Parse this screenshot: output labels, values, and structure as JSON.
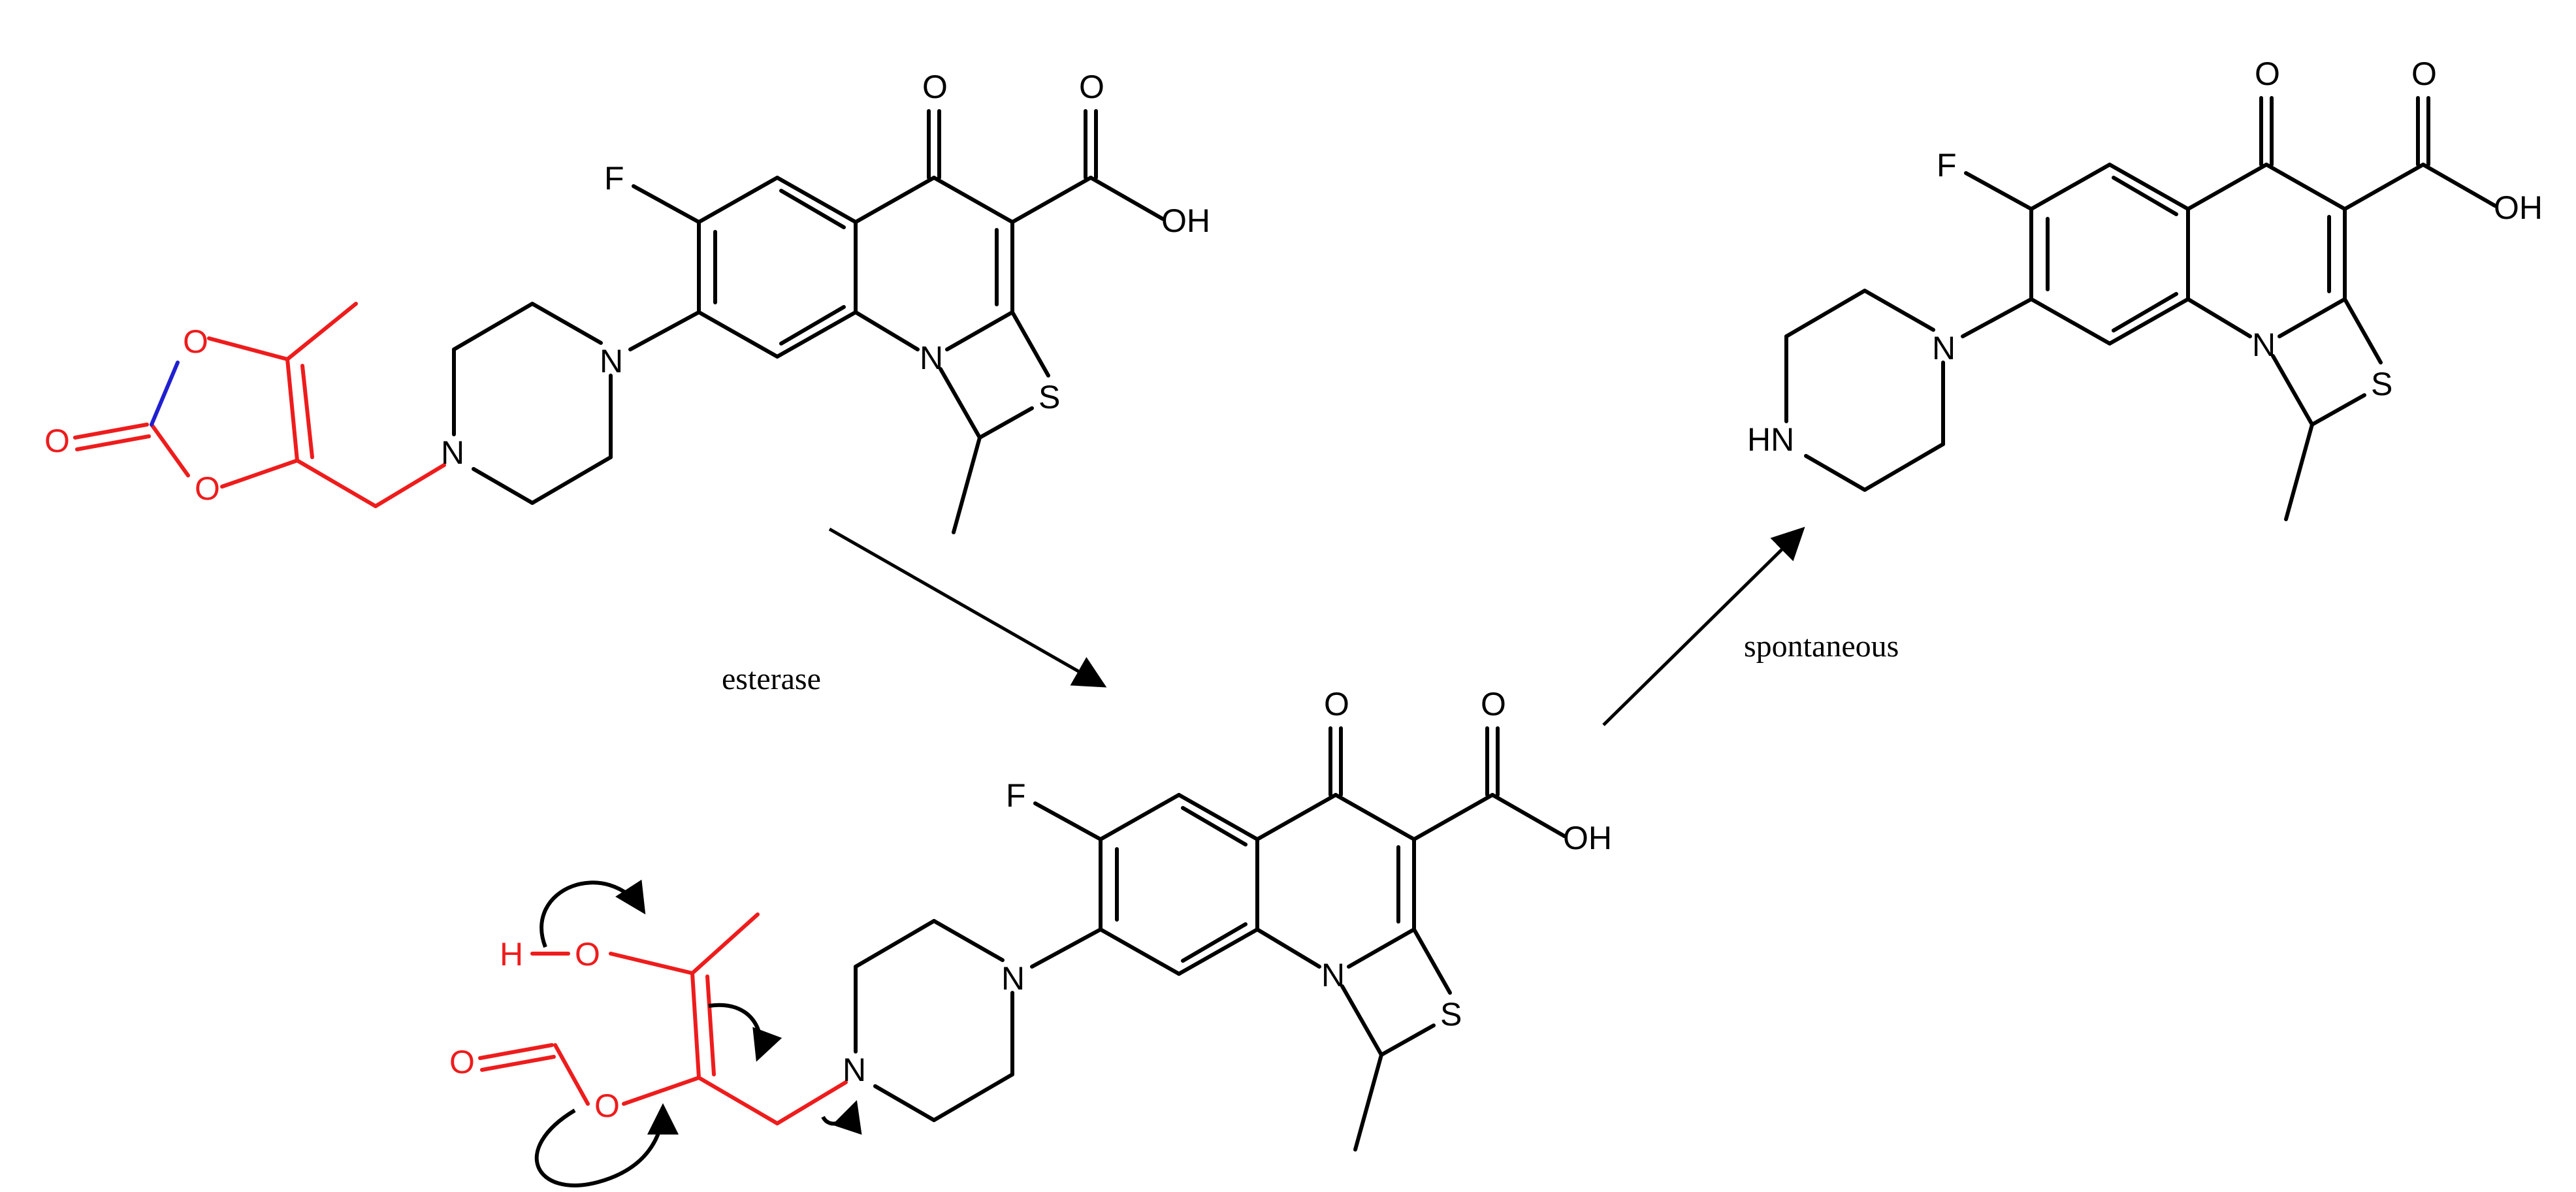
{
  "labels": {
    "esterase": "esterase",
    "spontaneous": "spontaneous"
  },
  "atoms": {
    "O": "O",
    "OH": "OH",
    "F": "F",
    "N": "N",
    "S": "S",
    "HN": "HN",
    "H": "H"
  },
  "colors": {
    "leaving_group": "#ee1c1c",
    "cleaved_bond": "#2020d0",
    "core": "#000000"
  }
}
